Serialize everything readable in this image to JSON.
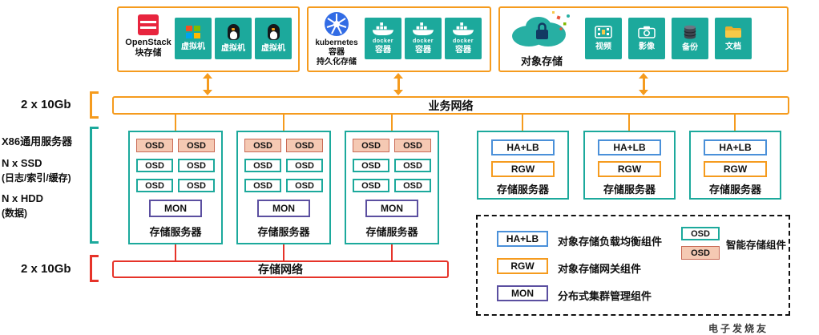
{
  "colors": {
    "orange": "#F59B1E",
    "teal": "#1CA99C",
    "red": "#E63329",
    "blue": "#4A90D9",
    "purple": "#5B4FA0",
    "pinkbg": "#F5C9B3",
    "pinkbd": "#C96A55"
  },
  "top": {
    "openstack": {
      "name": "OpenStack",
      "subtitle": "块存储",
      "vm_label": "虚拟机"
    },
    "kubernetes": {
      "name": "kubernetes",
      "line2": "容器",
      "line3": "持久化存储",
      "docker_word": "docker",
      "container_label": "容器"
    },
    "object": {
      "title": "对象存储",
      "tiles": [
        "视频",
        "影像",
        "备份",
        "文档"
      ]
    }
  },
  "networks": {
    "business": {
      "label": "业务网络",
      "bandwidth": "2 x 10Gb"
    },
    "storage": {
      "label": "存储网络",
      "bandwidth": "2 x 10Gb"
    }
  },
  "left_labels": {
    "server": "X86通用服务器",
    "ssd": "N x SSD",
    "ssd_sub": "(日志/索引/缓存)",
    "hdd": "N x HDD",
    "hdd_sub": "(数据)"
  },
  "storage_server": {
    "osd": "OSD",
    "mon": "MON",
    "label": "存储服务器"
  },
  "gateway_server": {
    "halb": "HA+LB",
    "rgw": "RGW",
    "label": "存储服务器"
  },
  "legend": {
    "rows": [
      {
        "chip": "HA+LB",
        "desc": "对象存储负载均衡组件"
      },
      {
        "chip": "RGW",
        "desc": "对象存储网关组件"
      },
      {
        "chip": "MON",
        "desc": "分布式集群管理组件"
      }
    ],
    "osd_chip": "OSD",
    "osd_desc": "智能存储组件"
  },
  "watermark": "电子发烧友"
}
